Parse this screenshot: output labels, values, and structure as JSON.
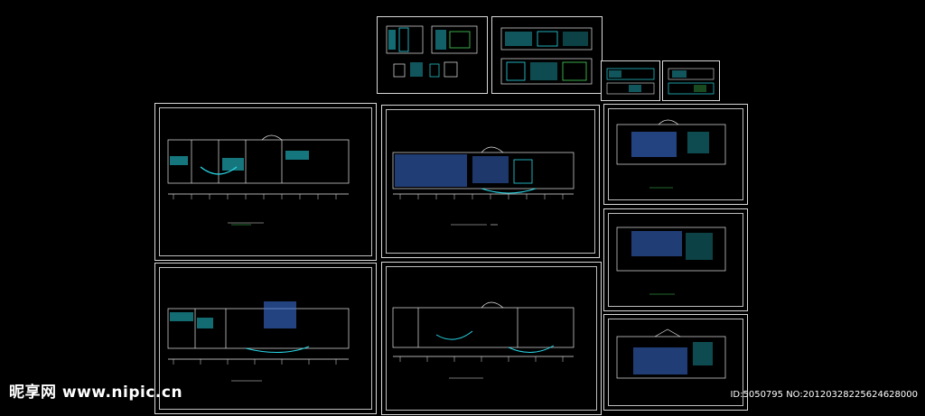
{
  "watermark": {
    "left_text": "昵享网 www.nipic.cn",
    "right_text": "ID:5050795 NO:20120328225624628000"
  },
  "colors": {
    "background": "#000000",
    "sheet_border": "#d8d8d8",
    "cad_white": "#e6e6e6",
    "cad_cyan": "#28d7e6",
    "cad_blue": "#3b6fd6",
    "cad_green": "#46d25a"
  },
  "drawings": {
    "top_sheets": [
      "elevation-sheet-1",
      "elevation-sheet-2",
      "detail-sheet-1",
      "detail-sheet-2"
    ],
    "main_sheets": [
      "floor-plan-1",
      "floor-plan-2",
      "floor-plan-3",
      "floor-plan-4"
    ],
    "side_sheets": [
      "side-plan-1",
      "side-plan-2",
      "side-plan-3"
    ]
  }
}
